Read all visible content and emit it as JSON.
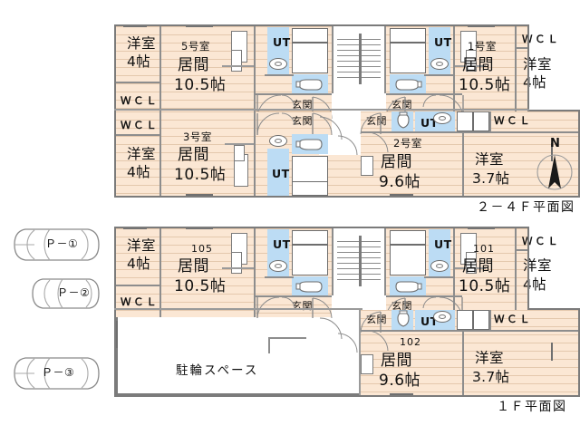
{
  "document": {
    "type": "floor-plan",
    "language": "ja",
    "upper_plan_title": "２－４Ｆ平面図",
    "lower_plan_title": "１Ｆ平面図",
    "compass_label": "N"
  },
  "common_labels": {
    "wcl": "ＷＣＬ",
    "ut": "UT",
    "genkan": "玄関",
    "living": "居間",
    "western_room": "洋室",
    "bike_space": "駐輪スペース"
  },
  "upper_floor": {
    "title": "２－４Ｆ平面図",
    "units": [
      {
        "id": "unit-5",
        "number": "5号室",
        "living_label": "居間",
        "living_size": "10.5帖",
        "bedroom_label": "洋室",
        "bedroom_size": "4帖",
        "closet": "ＷＣＬ",
        "utility": "UT",
        "entrance": "玄関"
      },
      {
        "id": "unit-3",
        "number": "3号室",
        "living_label": "居間",
        "living_size": "10.5帖",
        "bedroom_label": "洋室",
        "bedroom_size": "4帖",
        "closet": "ＷＣＬ",
        "utility": "UT",
        "entrance": "玄関"
      },
      {
        "id": "unit-1",
        "number": "1号室",
        "living_label": "居間",
        "living_size": "10.5帖",
        "bedroom_label": "洋室",
        "bedroom_size": "4帖",
        "closet": "ＷＣＬ",
        "utility": "UT",
        "entrance": "玄関"
      },
      {
        "id": "unit-2",
        "number": "2号室",
        "living_label": "居間",
        "living_size": "9.6帖",
        "bedroom_label": "洋室",
        "bedroom_size": "3.7帖",
        "closet": "ＷＣＬ",
        "utility": "UT",
        "entrance": "玄関"
      }
    ]
  },
  "lower_floor": {
    "title": "１Ｆ平面図",
    "bike_space_label": "駐輪スペース",
    "units": [
      {
        "id": "unit-105",
        "number": "105",
        "living_label": "居間",
        "living_size": "10.5帖",
        "bedroom_label": "洋室",
        "bedroom_size": "4帖",
        "closet": "ＷＣＬ",
        "utility": "UT",
        "entrance": "玄関"
      },
      {
        "id": "unit-101",
        "number": "101",
        "living_label": "居間",
        "living_size": "10.5帖",
        "bedroom_label": "洋室",
        "bedroom_size": "4帖",
        "closet": "ＷＣＬ",
        "utility": "UT",
        "entrance": "玄関"
      },
      {
        "id": "unit-102",
        "number": "102",
        "living_label": "居間",
        "living_size": "9.6帖",
        "bedroom_label": "洋室",
        "bedroom_size": "3.7帖",
        "closet": "ＷＣＬ",
        "utility": "UT",
        "entrance": "玄関"
      }
    ]
  },
  "parking": {
    "spaces": [
      {
        "id": "p1",
        "label": "Ｐ－①"
      },
      {
        "id": "p2",
        "label": "Ｐ－②"
      },
      {
        "id": "p3",
        "label": "Ｐ－③"
      }
    ]
  },
  "colors": {
    "room_fill": "#fbe7d4",
    "wet_fill": "#bcdcf4",
    "wall": "#7b7b7b",
    "text": "#111111",
    "background": "#ffffff"
  }
}
